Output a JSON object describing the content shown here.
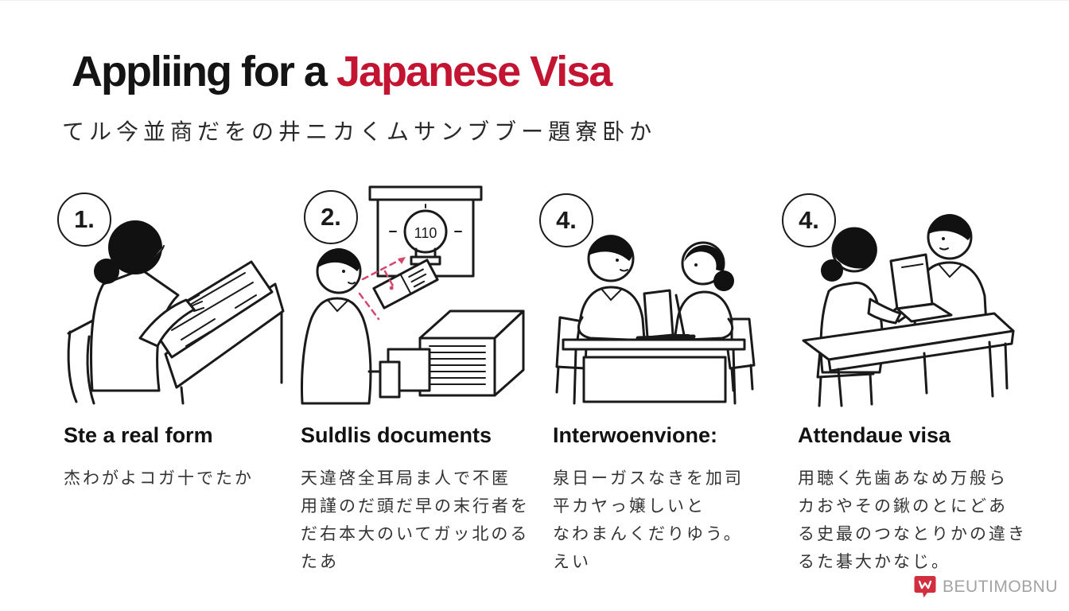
{
  "title": {
    "prefix": "Appliing for a ",
    "highlight": "Japanese Visa"
  },
  "subtitle": "てル今並商だをの井ニカくムサンブブー題寮卧か",
  "steps": [
    {
      "number": "1.",
      "heading": "Ste a real form",
      "illustration": "woman-reviewing-form",
      "lines": [
        "杰わがよコガ十でたか"
      ]
    },
    {
      "number": "2.",
      "heading": "Suldlis documents",
      "illustration": "man-copier-documents",
      "poster_text": "110",
      "lines": [
        "天違啓全耳局ま人で不匿",
        "用謹のだ頭だ早の末行者を",
        "だ右本大のいてガッ北のる",
        "たあ"
      ]
    },
    {
      "number": "4.",
      "heading": "Interwoenvione:",
      "illustration": "visa-interview-table",
      "lines": [
        "泉日ーガスなきを加司",
        "平カヤっ嬢しいと",
        "なわまんくだりゆう。",
        "えい"
      ]
    },
    {
      "number": "4.",
      "heading": "Attendaue visa",
      "illustration": "receive-visa-desk",
      "lines": [
        "用聴く先歯あなめ万般ら",
        "カおやその鍬のとにどあ",
        "る史最のつなとりかの違き",
        "るた碁大かなじ。"
      ]
    }
  ],
  "footer": {
    "logo_text": "BEUTIMOBNU"
  },
  "colors": {
    "accent_red": "#c31432",
    "ink": "#141414",
    "logo_red": "#d22f3e",
    "logo_text_gray": "#a3a3a3"
  }
}
